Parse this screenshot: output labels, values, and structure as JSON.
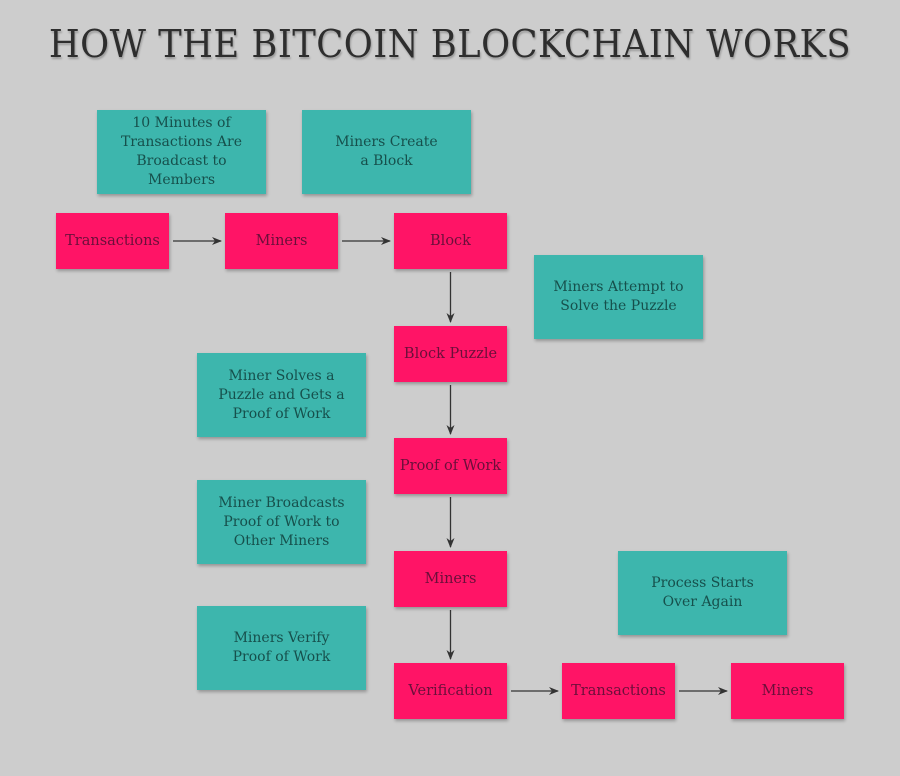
{
  "title": "HOW THE BITCOIN BLOCKCHAIN WORKS",
  "colors": {
    "background": "#cdcdcd",
    "step_box": "#ff1466",
    "note_box": "#3db6ad",
    "arrow": "#333333"
  },
  "steps": {
    "transactions_1": "Transactions",
    "miners_1": "Miners",
    "block": "Block",
    "block_puzzle": "Block Puzzle",
    "proof_of_work": "Proof of Work",
    "miners_2": "Miners",
    "verification": "Verification",
    "transactions_2": "Transactions",
    "miners_3": "Miners"
  },
  "notes": {
    "broadcast": "10 Minutes of\nTransactions Are\nBroadcast to Members",
    "create_block": "Miners Create\na Block",
    "attempt_solve": "Miners Attempt to\nSolve the Puzzle",
    "solves_puzzle": "Miner Solves a\nPuzzle and Gets a\nProof of Work",
    "broadcasts_pow": "Miner Broadcasts\nProof of Work to\nOther Miners",
    "verify_pow": "Miners Verify\nProof of Work",
    "starts_over": "Process Starts\nOver Again"
  },
  "edges": [
    [
      "transactions_1",
      "miners_1"
    ],
    [
      "miners_1",
      "block"
    ],
    [
      "block",
      "block_puzzle"
    ],
    [
      "block_puzzle",
      "proof_of_work"
    ],
    [
      "proof_of_work",
      "miners_2"
    ],
    [
      "miners_2",
      "verification"
    ],
    [
      "verification",
      "transactions_2"
    ],
    [
      "transactions_2",
      "miners_3"
    ]
  ]
}
